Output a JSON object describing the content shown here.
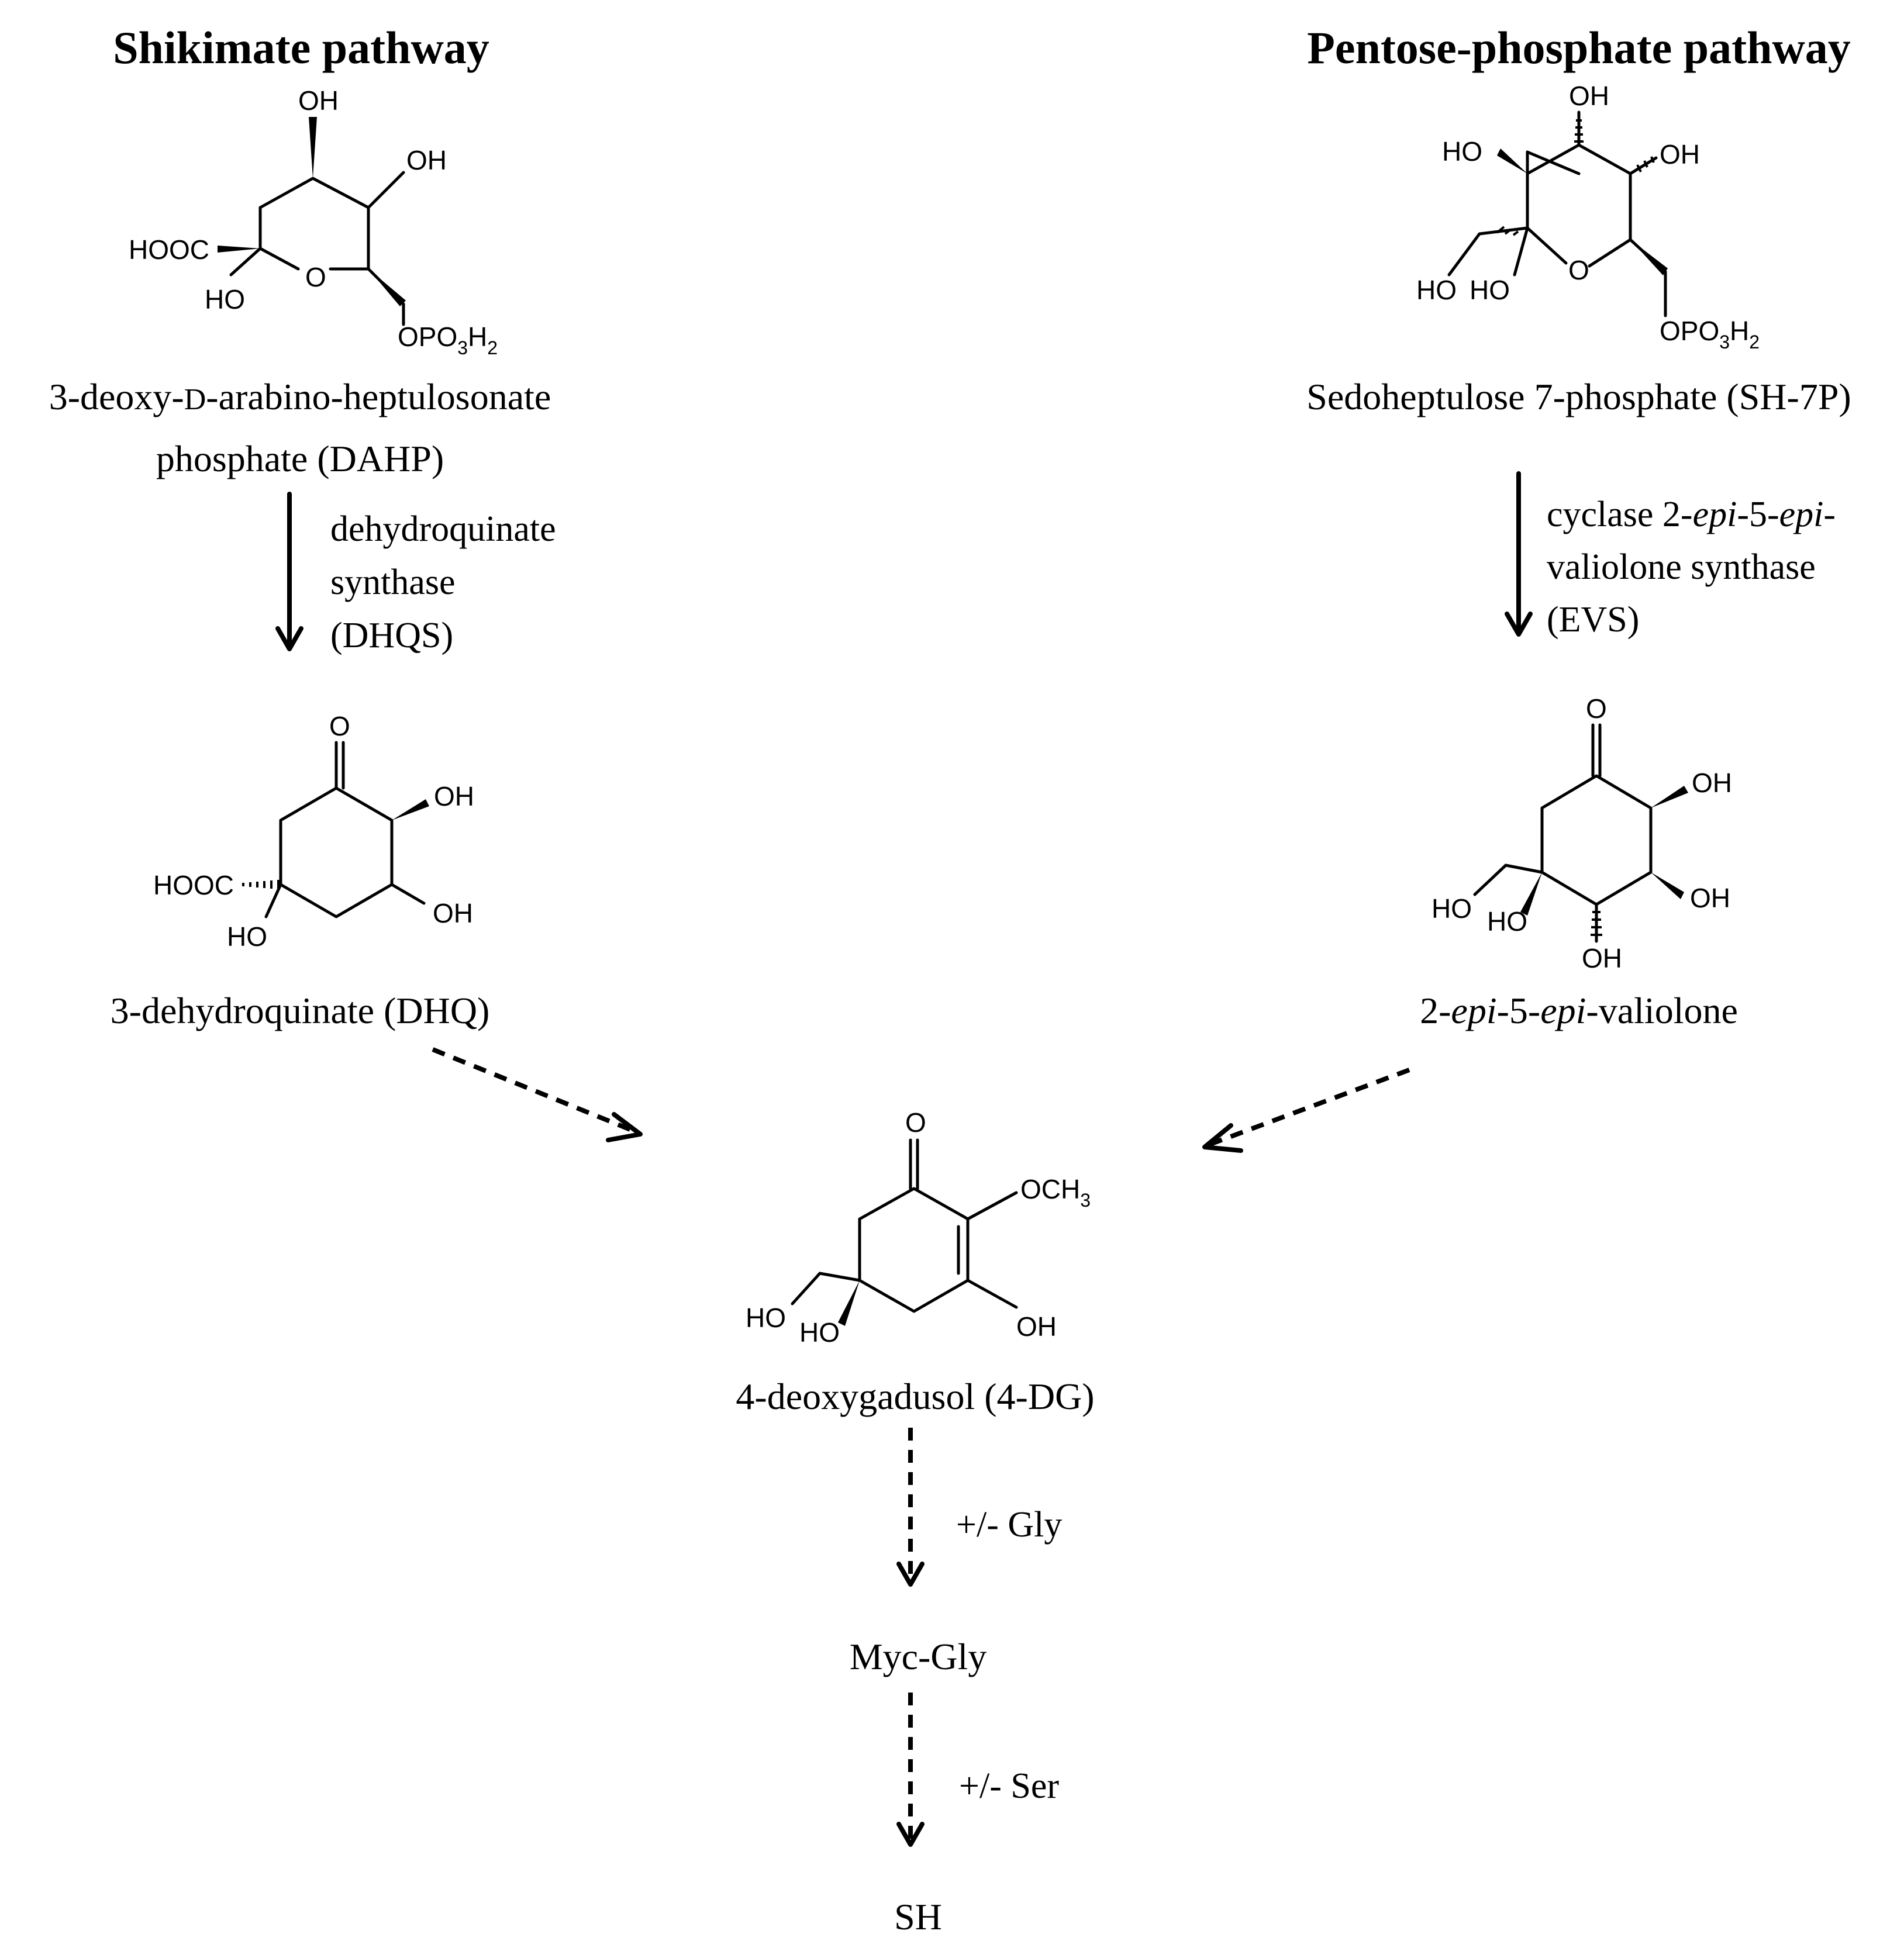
{
  "shikimate": {
    "title": "Shikimate pathway",
    "dahp": {
      "name_part1": "3-deoxy-",
      "name_d": "D",
      "name_part2": "-arabino-heptulosonate",
      "name_line2": "phosphate (DAHP)",
      "atoms": {
        "oh_top": "OH",
        "oh_right": "OH",
        "hooc": "HOOC",
        "ho": "HO",
        "o_ring": "O",
        "opo3h2": "OPO",
        "sub3": "3",
        "h": "H",
        "sub2": "2"
      }
    },
    "enzyme": {
      "line1": "dehydroquinate",
      "line2": "synthase",
      "line3": "(DHQS)"
    },
    "dhq": {
      "name": "3-dehydroquinate (DHQ)",
      "atoms": {
        "o": "O",
        "oh_upper": "OH",
        "hooc": "HOOC",
        "oh_lower": "OH",
        "ho": "HO"
      }
    }
  },
  "pentose": {
    "title": "Pentose-phosphate pathway",
    "sh7p": {
      "name": "Sedoheptulose 7-phosphate (SH-7P)",
      "atoms": {
        "oh_top": "OH",
        "ho_left": "HO",
        "oh_right": "OH",
        "ho1": "HO",
        "ho2": "HO",
        "o_ring": "O",
        "opo3h2": "OPO",
        "sub3": "3",
        "h": "H",
        "sub2": "2"
      }
    },
    "enzyme": {
      "line1_a": "cyclase 2-",
      "line1_epi1": "epi",
      "line1_b": "-5-",
      "line1_epi2": "epi",
      "line1_c": "-",
      "line2": "valiolone synthase",
      "line3": "(EVS)"
    },
    "evo": {
      "name_a": "2-",
      "name_epi1": "epi",
      "name_b": "-5-",
      "name_epi2": "epi",
      "name_c": "-valiolone",
      "atoms": {
        "o": "O",
        "oh_upper": "OH",
        "oh_right": "OH",
        "oh_bottom": "OH",
        "ho1": "HO",
        "ho2": "HO"
      }
    }
  },
  "product": {
    "name": "4-deoxygadusol (4-DG)",
    "atoms": {
      "o": "O",
      "och3": "OCH",
      "sub3": "3",
      "ho1": "HO",
      "ho2": "HO",
      "oh": "OH"
    }
  },
  "downstream": {
    "step1_label": "+/- Gly",
    "myc_gly": "Myc-Gly",
    "step2_label": "+/- Ser",
    "sh": "SH"
  }
}
